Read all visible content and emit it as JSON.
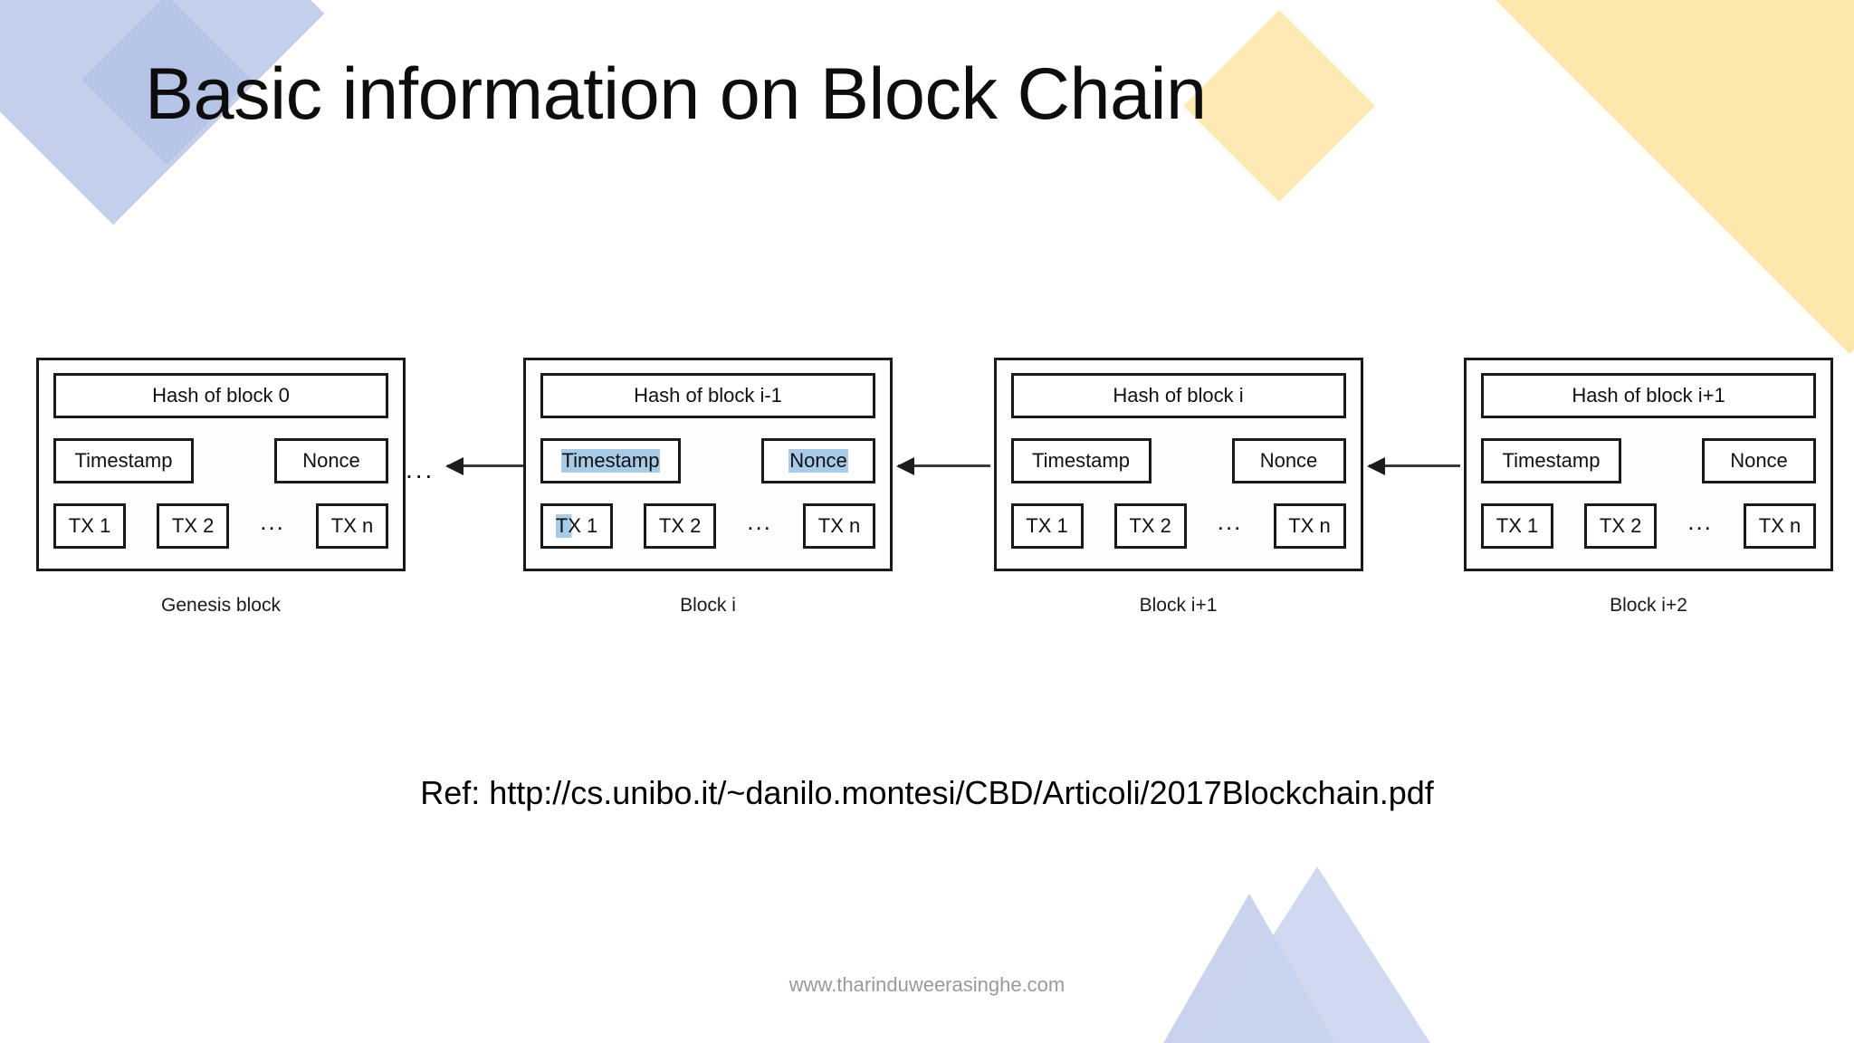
{
  "slide": {
    "title": "Basic information on Block Chain",
    "reference": "Ref: http://cs.unibo.it/~danilo.montesi/CBD/Articoli/2017Blockchain.pdf",
    "footer": "www.tharinduweerasinghe.com",
    "ellipsis": "...",
    "colors": {
      "title_text": "#0d0d0d",
      "deco_blue": "#c3cfeb",
      "deco_blue_dark": "#b3c2e6",
      "deco_yellow": "#fce7ac",
      "block_border": "#1a1a1a",
      "selection_highlight": "#a8cbe8",
      "footer_text": "#9a9a9a",
      "arrow": "#1d1d1d"
    }
  },
  "diagram": {
    "lead_ellipsis": "...",
    "blocks": [
      {
        "id": "genesis",
        "hash_label": "Hash of block 0",
        "timestamp_label": "Timestamp",
        "nonce_label": "Nonce",
        "tx": [
          "TX 1",
          "TX 2",
          "TX n"
        ],
        "tx_ellipsis": "...",
        "caption": "Genesis block",
        "highlighted": []
      },
      {
        "id": "block-i",
        "hash_label": "Hash of block i-1",
        "timestamp_label": "Timestamp",
        "nonce_label": "Nonce",
        "tx": [
          "TX 1",
          "TX 2",
          "TX n"
        ],
        "tx_ellipsis": "...",
        "caption": "Block i",
        "highlighted": [
          "timestamp",
          "nonce",
          "tx1-partial"
        ]
      },
      {
        "id": "block-i-plus-1",
        "hash_label": "Hash of block i",
        "timestamp_label": "Timestamp",
        "nonce_label": "Nonce",
        "tx": [
          "TX 1",
          "TX 2",
          "TX n"
        ],
        "tx_ellipsis": "...",
        "caption": "Block i+1",
        "highlighted": []
      },
      {
        "id": "block-i-plus-2",
        "hash_label": "Hash of block i+1",
        "timestamp_label": "Timestamp",
        "nonce_label": "Nonce",
        "tx": [
          "TX 1",
          "TX 2",
          "TX n"
        ],
        "tx_ellipsis": "...",
        "caption": "Block i+2",
        "highlighted": []
      }
    ]
  }
}
